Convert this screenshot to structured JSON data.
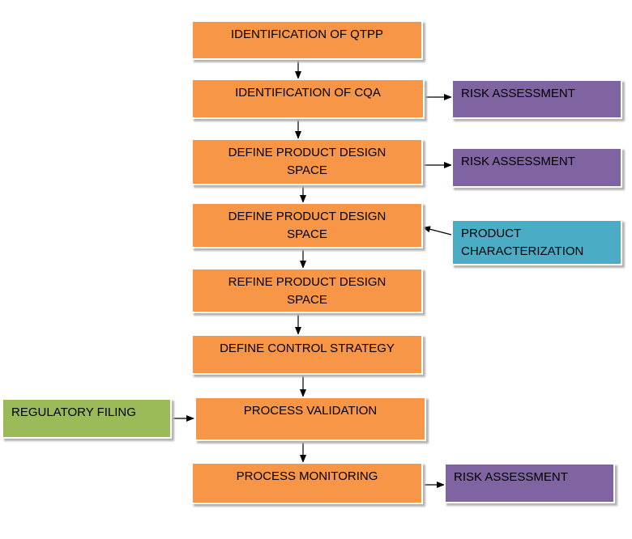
{
  "colors": {
    "process": "#f79646",
    "risk": "#8064a2",
    "characterization": "#4bacc6",
    "regulatory": "#9bbb59",
    "arrow": "#000000"
  },
  "flow": {
    "steps": [
      "IDENTIFICATION OF QTPP",
      "IDENTIFICATION OF CQA",
      "DEFINE PRODUCT DESIGN\nSPACE",
      "DEFINE PRODUCT DESIGN\nSPACE",
      "REFINE PRODUCT DESIGN\nSPACE",
      "DEFINE CONTROL STRATEGY",
      "PROCESS VALIDATION",
      "PROCESS MONITORING"
    ]
  },
  "side": {
    "risk_1": "RISK ASSESSMENT",
    "risk_2": "RISK ASSESSMENT",
    "product_characterization": "PRODUCT\nCHARACTERIZATION",
    "regulatory_filing": "REGULATORY FILING",
    "risk_3": "RISK ASSESSMENT"
  }
}
